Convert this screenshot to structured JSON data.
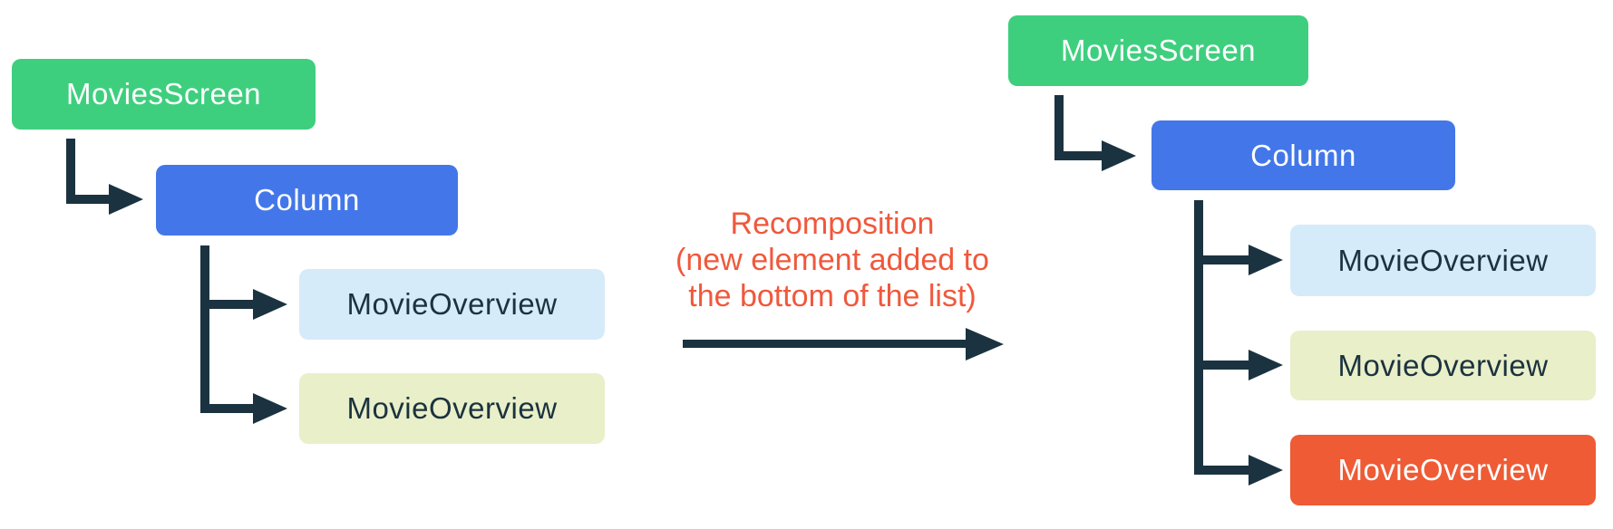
{
  "left_tree": {
    "root_label": "MoviesScreen",
    "column_label": "Column",
    "leaves": [
      {
        "label": "MovieOverview",
        "variant": "light_blue"
      },
      {
        "label": "MovieOverview",
        "variant": "pale_yellow"
      }
    ]
  },
  "caption": {
    "lines": [
      "Recomposition",
      "(new element added to",
      "the bottom of the list)"
    ]
  },
  "right_tree": {
    "root_label": "MoviesScreen",
    "column_label": "Column",
    "leaves": [
      {
        "label": "MovieOverview",
        "variant": "light_blue"
      },
      {
        "label": "MovieOverview",
        "variant": "pale_yellow"
      },
      {
        "label": "MovieOverview",
        "variant": "orange"
      }
    ]
  },
  "colors": {
    "root_green": "#3ECF7E",
    "column_blue": "#4377E9",
    "leaf_light_blue": "#D6EBFA",
    "leaf_pale_yellow": "#E9EFC8",
    "leaf_orange": "#EE5B35",
    "connector_ink": "#1B3340",
    "caption_orange": "#F0583C",
    "background": "#FFFFFF"
  }
}
